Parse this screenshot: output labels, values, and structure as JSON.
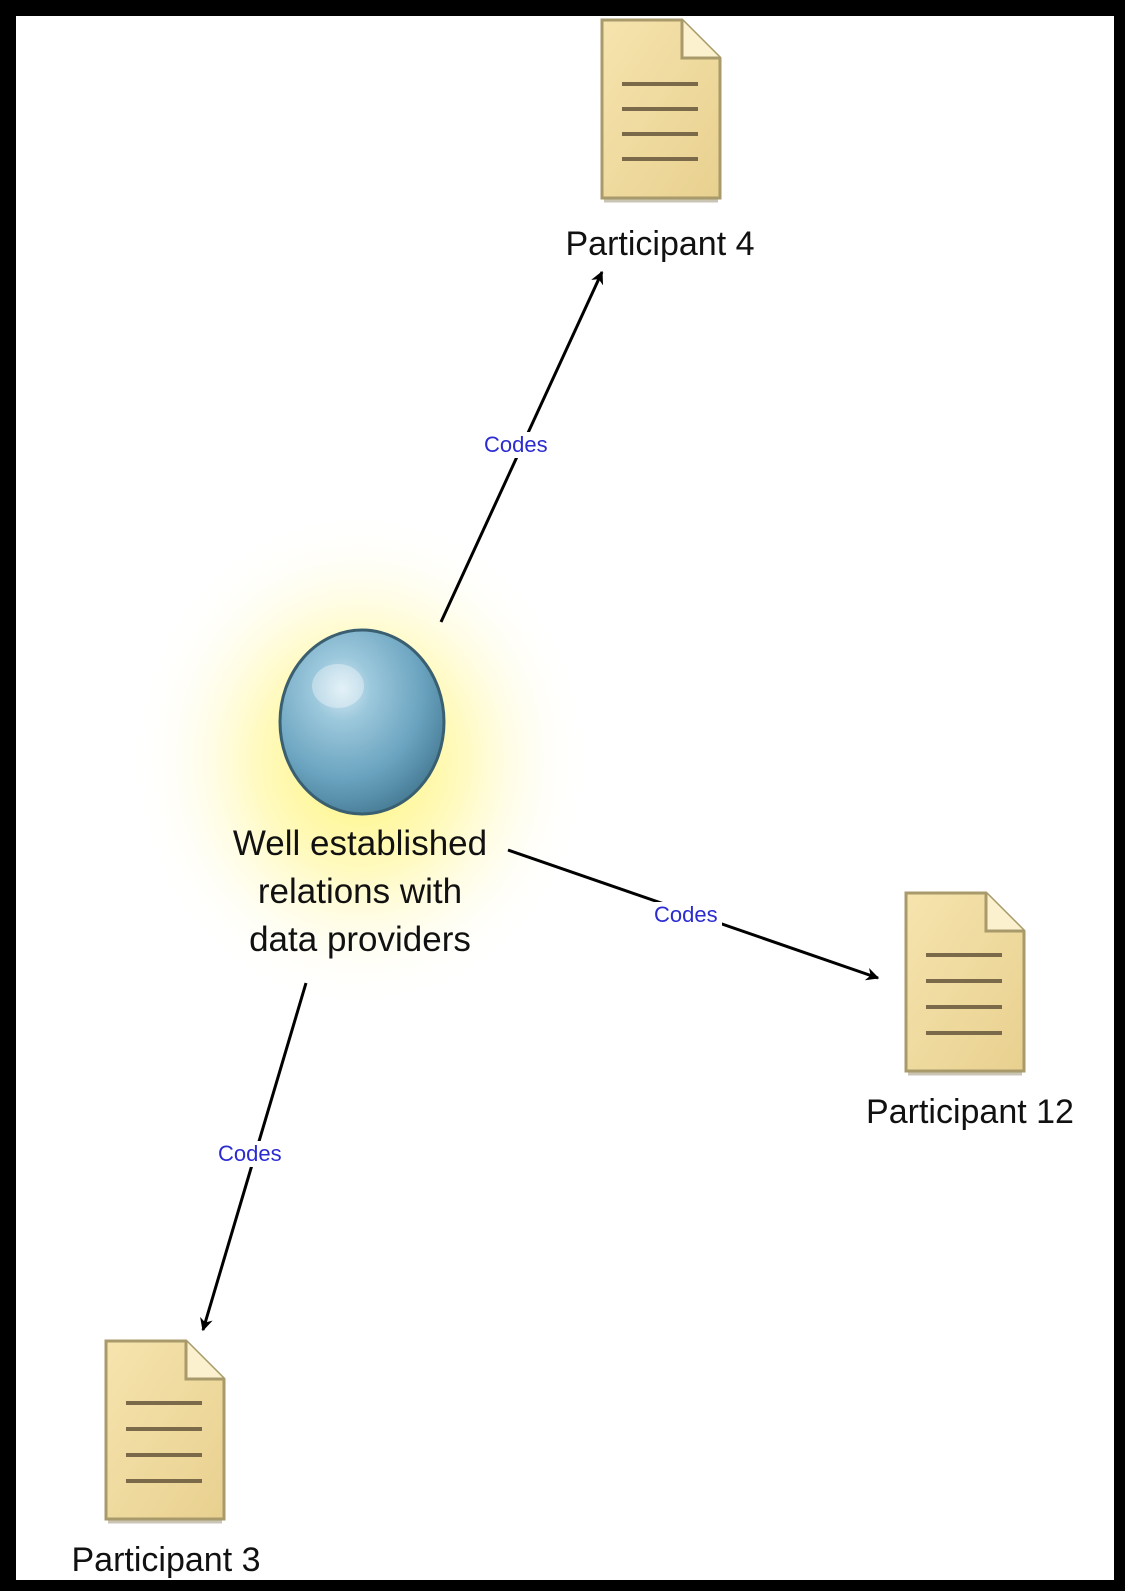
{
  "diagram": {
    "center": {
      "label_lines": [
        "Well established",
        "relations with",
        "data providers"
      ]
    },
    "participants": [
      {
        "id": "p4",
        "label": "Participant 4"
      },
      {
        "id": "p12",
        "label": "Participant 12"
      },
      {
        "id": "p3",
        "label": "Participant 3"
      }
    ],
    "edges": [
      {
        "from": "center",
        "to": "p4",
        "label": "Codes"
      },
      {
        "from": "center",
        "to": "p12",
        "label": "Codes"
      },
      {
        "from": "center",
        "to": "p3",
        "label": "Codes"
      }
    ],
    "colors": {
      "frame": "#000000",
      "background": "#ffffff",
      "document_fill": "#f0dba0",
      "document_stroke": "#a89a6a",
      "document_lines": "#7a6a4a",
      "sphere": "#6fa8c4",
      "glow": "#fff36a",
      "edge_label": "#2b2bd0"
    },
    "icons": {
      "document": "document-icon",
      "concept": "sphere-icon"
    }
  }
}
